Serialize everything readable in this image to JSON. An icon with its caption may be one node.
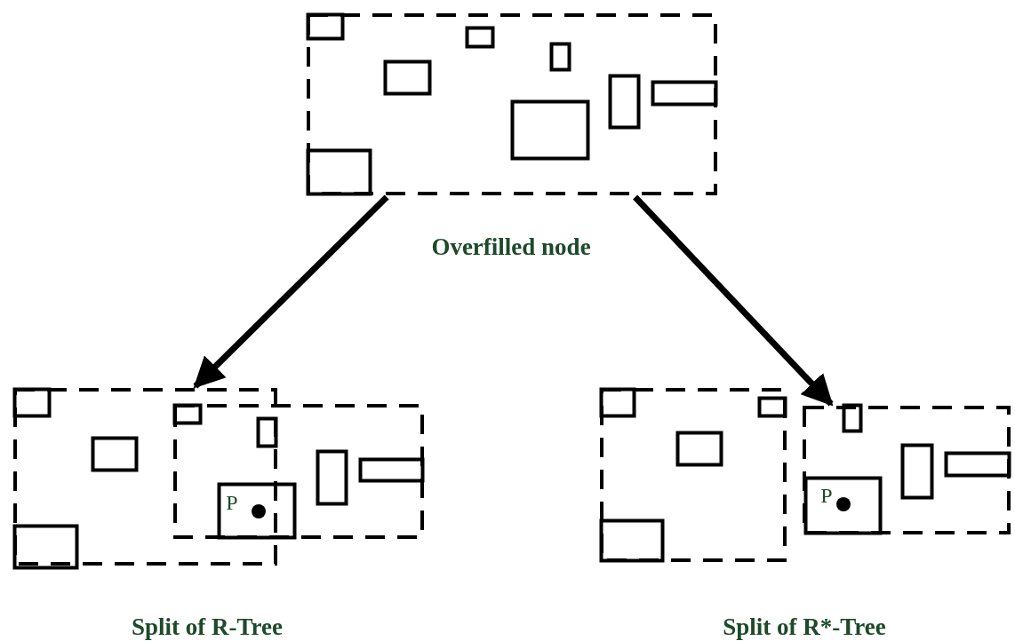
{
  "diagram": {
    "nodes": [
      {
        "text": [],
        "shape": "box"
      },
      {
        "text": [],
        "shape": "box"
      },
      {
        "text": [],
        "shape": "box"
      },
      {
        "text": [],
        "shape": "box"
      },
      {
        "text": [],
        "shape": "box"
      }
    ],
    "edges": [
      {
        "from": 0,
        "to": 1,
        "arrow": "to"
      },
      {
        "from": 0,
        "to": 4,
        "arrow": "to"
      }
    ],
    "labels": [
      "Overfilled node",
      "P",
      "P",
      "Split of R-Tree",
      "Split of R*-Tree"
    ]
  }
}
